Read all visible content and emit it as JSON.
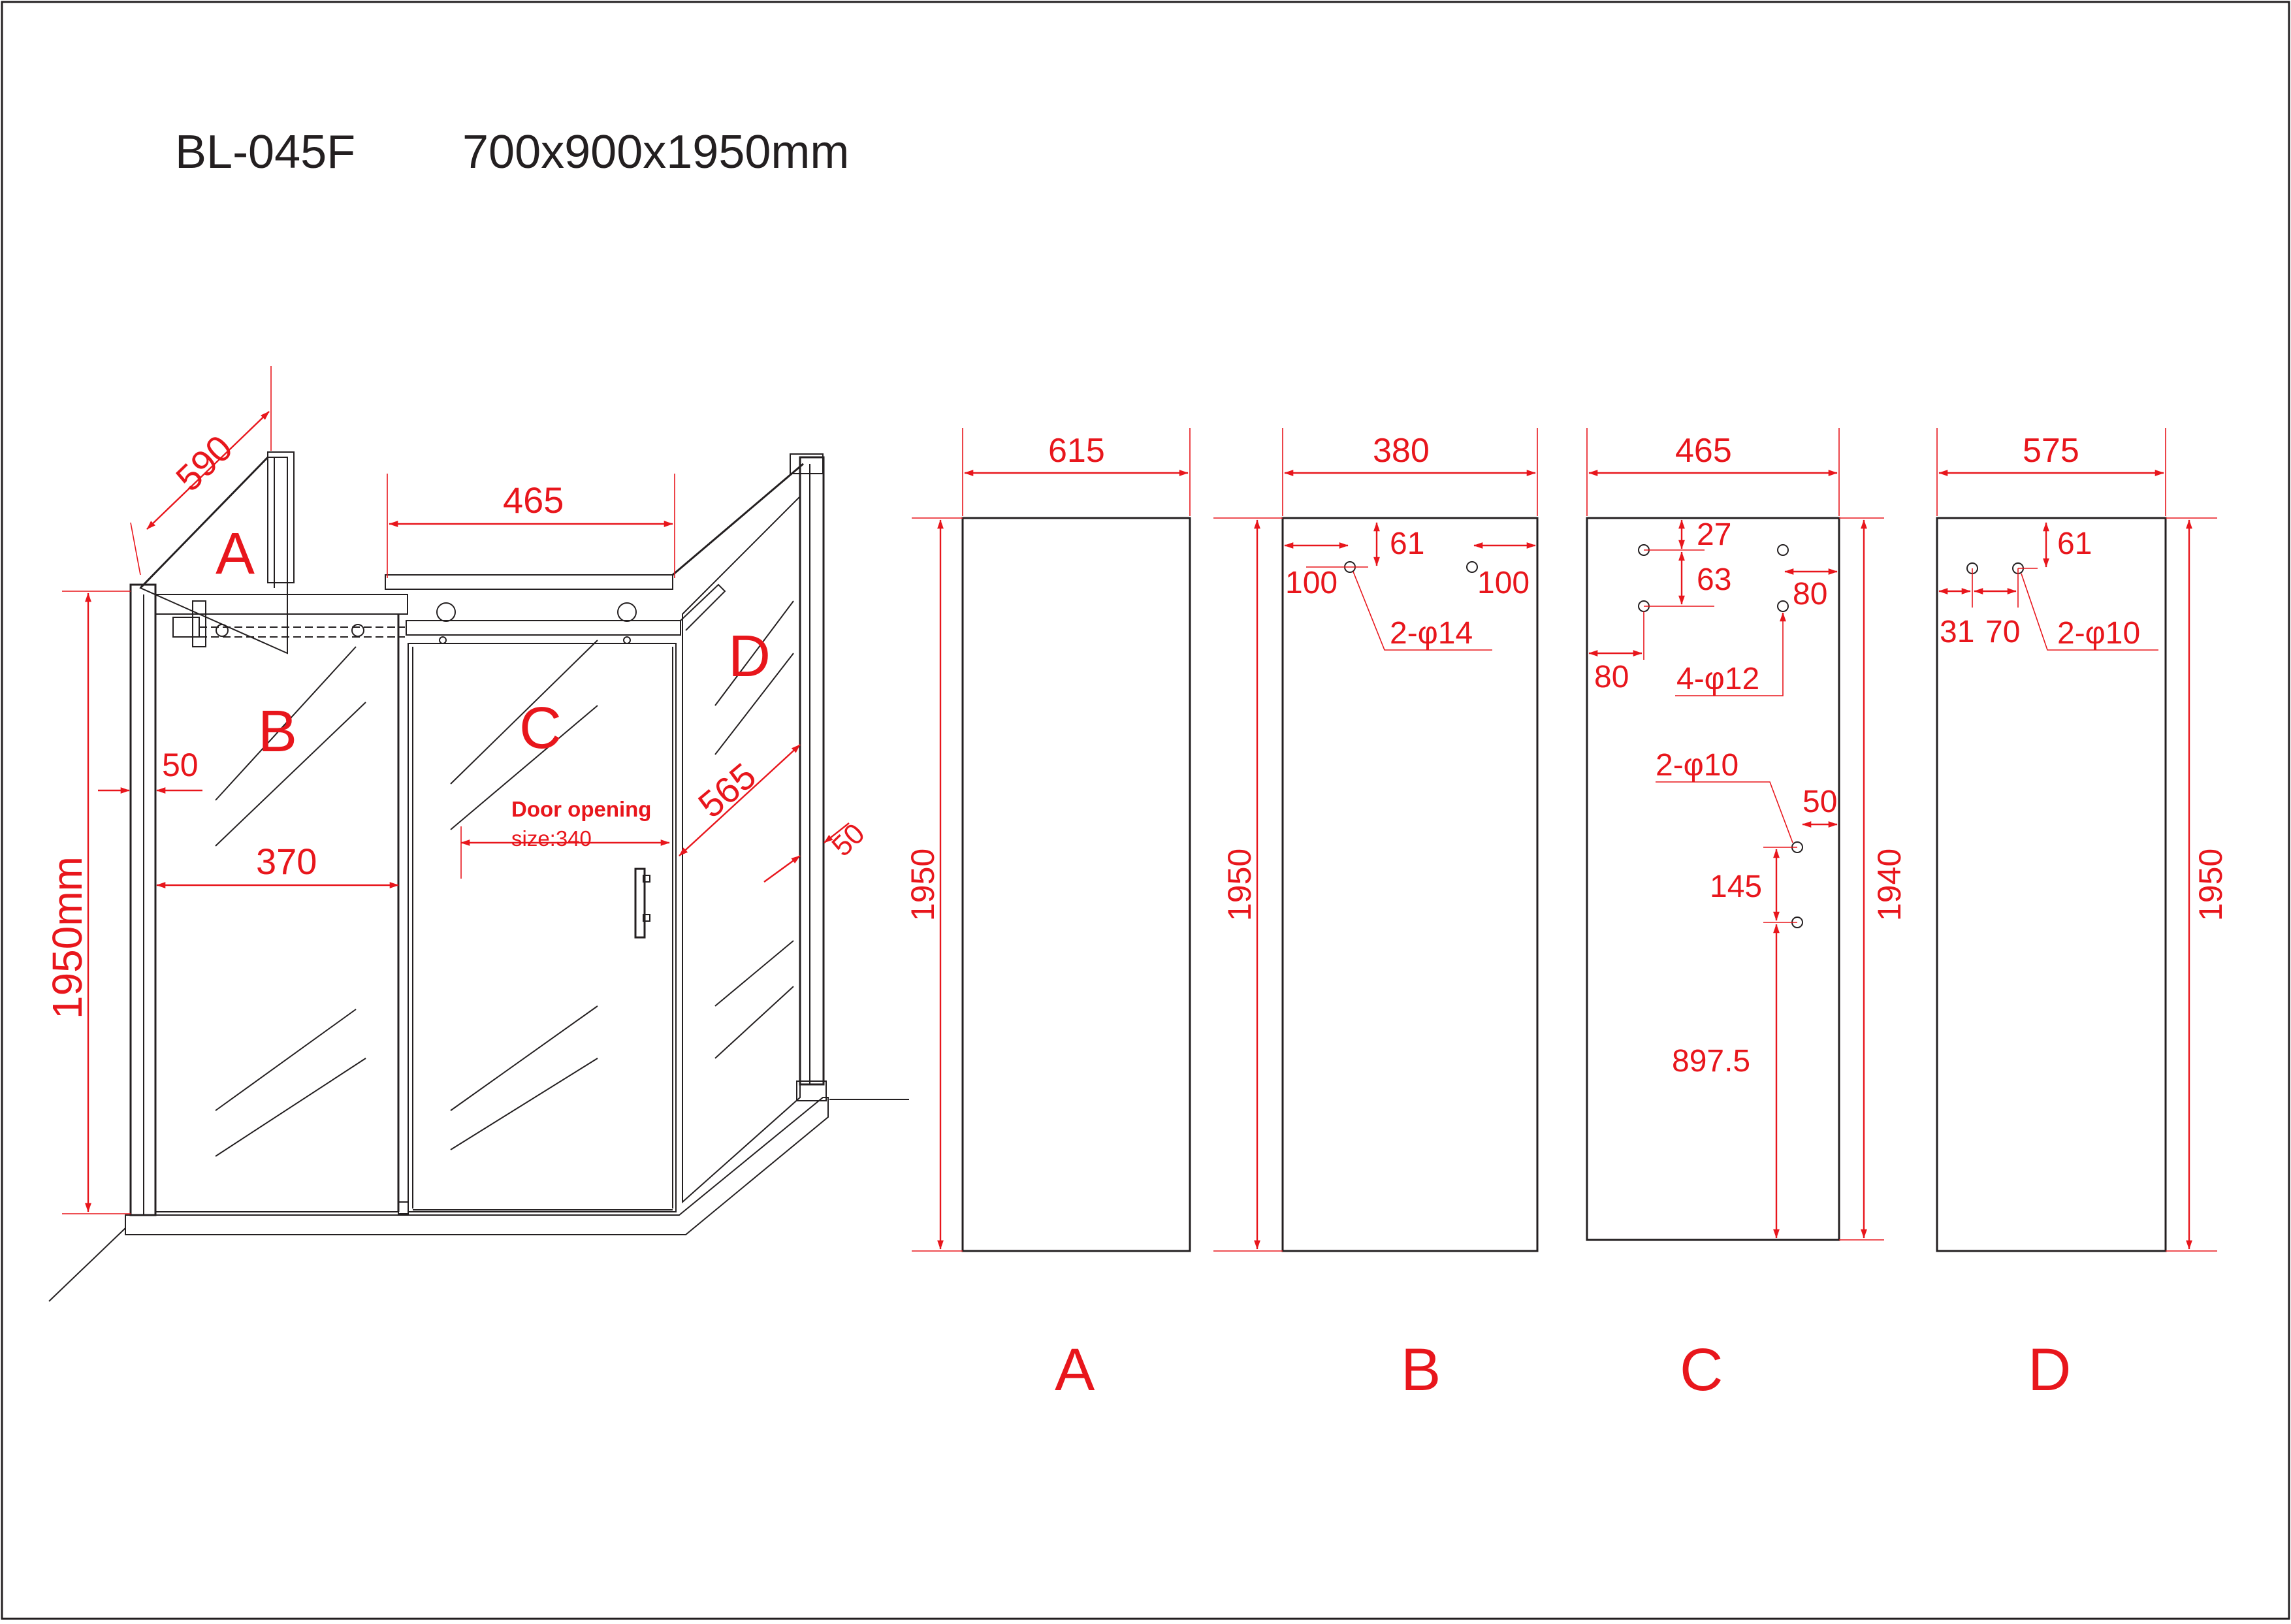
{
  "header": {
    "model": "BL-045F",
    "size": "700x900x1950mm"
  },
  "perspective": {
    "labels": {
      "a": "A",
      "b": "B",
      "c": "C",
      "d": "D"
    },
    "dims": {
      "depth": "590",
      "top_width": "465",
      "height": "1950mm",
      "b_offset": "50",
      "b_width": "370",
      "d_depth": "565",
      "d_offset": "50"
    },
    "door_opening": {
      "line1": "Door opening",
      "line2": "size:340"
    }
  },
  "panels": {
    "a": {
      "width": "615",
      "height": "1950",
      "caption": "A"
    },
    "b": {
      "width": "380",
      "height": "1950",
      "caption": "B",
      "hole_top": "61",
      "left_off": "100",
      "right_off": "100",
      "holes": "2-φ14"
    },
    "c": {
      "width": "465",
      "height": "1940",
      "caption": "C",
      "d1": "27",
      "d2": "63",
      "right_off": "80",
      "left_off": "80",
      "holes_top": "4-φ12",
      "holes_mid": "2-φ10",
      "mid_right": "50",
      "mid_gap": "145",
      "mid_bottom": "897.5"
    },
    "d": {
      "width": "575",
      "height": "1950",
      "caption": "D",
      "hole_top": "61",
      "d1": "31",
      "d2": "70",
      "holes": "2-φ10"
    }
  },
  "colors": {
    "dimension": "#e8161c",
    "outline": "#231f20"
  }
}
